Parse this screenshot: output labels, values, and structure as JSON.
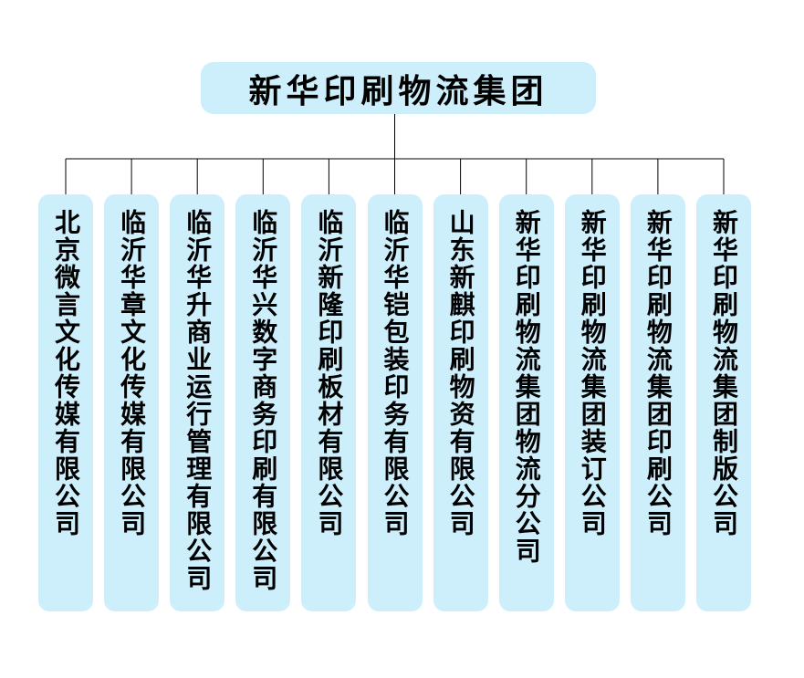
{
  "chart": {
    "type": "org-chart",
    "root": "新华印刷物流集团",
    "subsidiaries": [
      "北京微言文化传媒有限公司",
      "临沂华章文化传媒有限公司",
      "临沂华升商业运行管理有限公司",
      "临沂华兴数字商务印刷有限公司",
      "临沂新隆印刷板材有限公司",
      "临沂华铠包装印务有限公司",
      "山东新麒印刷物资有限公司",
      "新华印刷物流集团物流分公司",
      "新华印刷物流集团装订公司",
      "新华印刷物流集团印刷公司",
      "新华印刷物流集团制版公司"
    ],
    "colors": {
      "node_fill": "#cdeefb",
      "connector": "#000000",
      "text": "#000000",
      "background": "#ffffff"
    }
  }
}
